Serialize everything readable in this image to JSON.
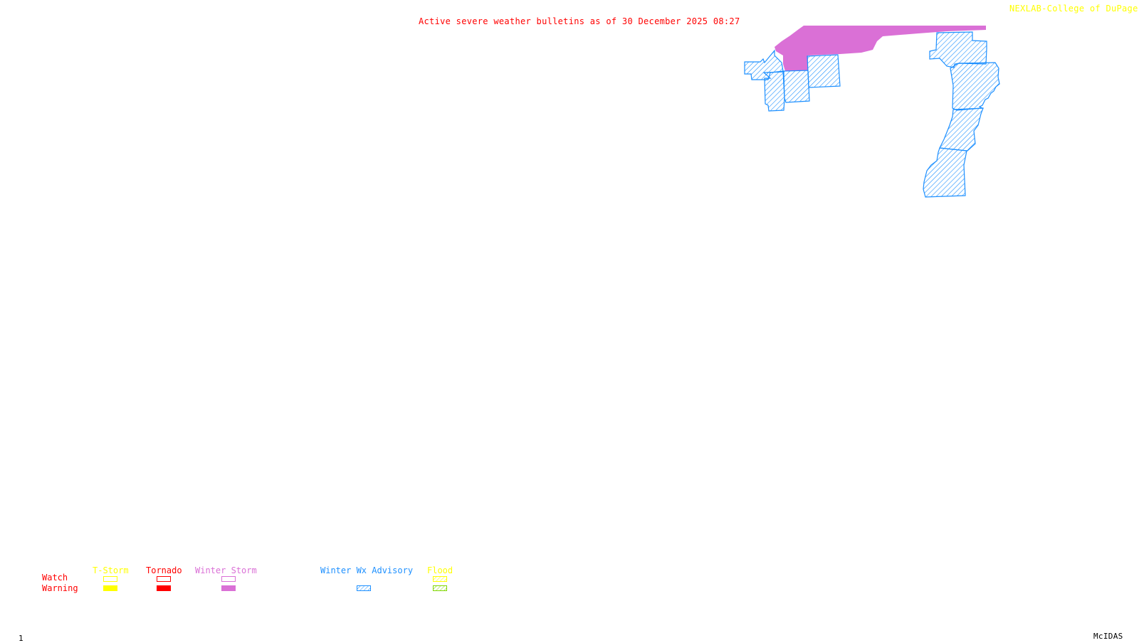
{
  "header": {
    "title": "Active severe weather bulletins as of 30 December 2025 08:27",
    "credit": "NEXLAB-College of DuPage",
    "credit_icon": "nexlab-logo-icon"
  },
  "footer": {
    "frame_number": "1",
    "brand": "McIDAS"
  },
  "colors": {
    "title": "#ff0000",
    "credit": "#ffff00",
    "tstorm": "#ffff00",
    "tornado": "#ff0000",
    "winter_storm": "#da70d6",
    "winter_wx_advisory": "#1e90ff",
    "flood_watch": "#ffff00",
    "flood_warning": "#7fd600",
    "row_label": "#ff0000"
  },
  "legend": {
    "row_labels": {
      "watch": "Watch",
      "warning": "Warning"
    },
    "categories": [
      {
        "id": "tstorm",
        "label": "T-Storm",
        "watch_style": "outline",
        "warning_style": "solid"
      },
      {
        "id": "tornado",
        "label": "Tornado",
        "watch_style": "outline",
        "warning_style": "solid"
      },
      {
        "id": "winter_storm",
        "label": "Winter Storm",
        "watch_style": "outline",
        "warning_style": "solid"
      },
      {
        "id": "winter_wx_advisory",
        "label": "Winter Wx Advisory",
        "watch_style": "none",
        "warning_style": "hatch"
      },
      {
        "id": "flood",
        "label": "Flood",
        "watch_style": "hatch",
        "warning_style": "hatch"
      }
    ]
  },
  "map": {
    "active_bulletins": [
      {
        "type": "Winter Storm Warning",
        "style": "solid",
        "color_key": "winter_storm",
        "count": 1
      },
      {
        "type": "Winter Weather Advisory",
        "style": "hatch",
        "color_key": "winter_wx_advisory",
        "count": 10
      }
    ]
  }
}
